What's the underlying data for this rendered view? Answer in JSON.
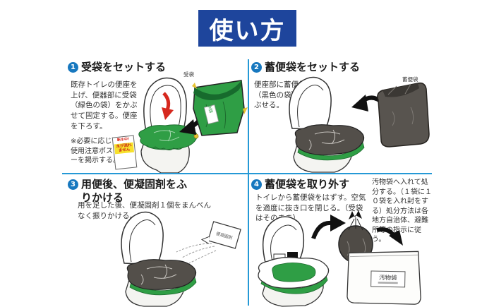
{
  "title": "使い方",
  "colors": {
    "title_bg": "#1e459c",
    "divider": "#2599d6",
    "step_circle": "#1778bf",
    "green_bag": "#2f9e45",
    "black_bag": "#55514c",
    "red_arrow": "#d6281e",
    "poster_highlight": "#f7e12c"
  },
  "panels": [
    {
      "number": "1",
      "heading": "受袋をセットする",
      "body": "既存トイレの便座を上げ、便器部に受袋（緑色の袋）をかぶせて固定する。便座を下ろす。",
      "note": "※必要に応じて使用注意ポスターを掲示する。",
      "poster": {
        "line1": "断水中!",
        "line2": "水が流れません"
      },
      "bag_label": "受袋",
      "bag_tag": "受袋"
    },
    {
      "number": "2",
      "heading": "蓄便袋をセットする",
      "body": "便座部に蓄便袋（黒色の袋）をかぶせる。",
      "bag_label": "蓄便袋"
    },
    {
      "number": "3",
      "heading": "用便後、便凝固剤をふりかける",
      "body": "用を足した後、便凝固剤１個をまんべんなく振りかける。",
      "sachet_label": "便凝固剤"
    },
    {
      "number": "4",
      "heading": "蓄便袋を取り外す",
      "body": "トイレから蓄便袋をはずす。空気を適度に抜き口を閉じる。（受袋はそのまま）",
      "side_note": "汚物袋へ入れて処分する。（１袋に１０袋を入れ封をする）処分方法は各地方自治体、避難所等の指示に従う。",
      "bag_label": "汚物袋"
    }
  ]
}
